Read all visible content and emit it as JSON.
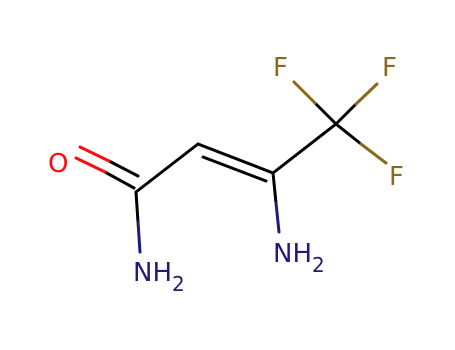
{
  "molecule": {
    "atoms": {
      "oxygen": {
        "symbol": "O",
        "color": "#ff0d0d"
      },
      "amide_n": {
        "symbol": "NH",
        "sub": "2",
        "color": "#1f1b7a"
      },
      "amino_n": {
        "symbol": "NH",
        "sub": "2",
        "color": "#1f1b7a"
      },
      "fluorine_1": {
        "symbol": "F",
        "color": "#8a6a1a"
      },
      "fluorine_2": {
        "symbol": "F",
        "color": "#8a6a1a"
      },
      "fluorine_3": {
        "symbol": "F",
        "color": "#8a6a1a"
      }
    },
    "colors": {
      "bond": "#000000",
      "background": "#ffffff"
    }
  }
}
